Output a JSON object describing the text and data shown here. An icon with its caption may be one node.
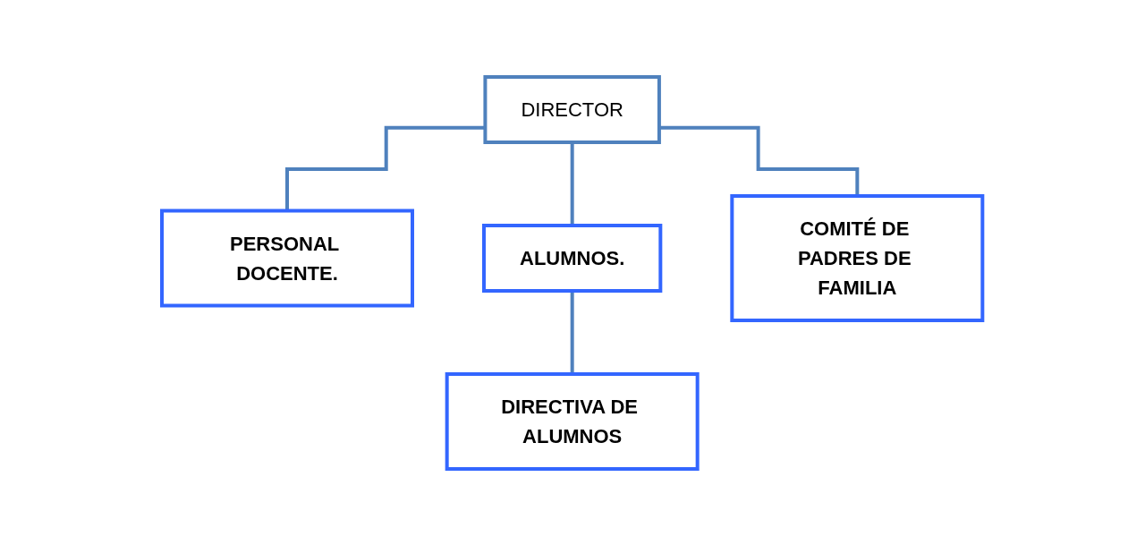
{
  "diagram": {
    "nodes": [
      {
        "text": [
          "DIRECTOR"
        ]
      },
      {
        "text": [
          "PERSONAL DOCENTE."
        ]
      },
      {
        "text": [
          "ALUMNOS."
        ]
      },
      {
        "text": [
          "COMITÉ DE PADRES DE FAMILIA"
        ]
      },
      {
        "text": [
          "DIRECTIVA DE ALUMNOS"
        ]
      }
    ],
    "edges": [
      {
        "from": 0,
        "to": 1,
        "arrow": "none"
      },
      {
        "from": 0,
        "to": 2,
        "arrow": "none"
      },
      {
        "from": 0,
        "to": 3,
        "arrow": "none"
      },
      {
        "from": 2,
        "to": 4,
        "arrow": "none"
      }
    ]
  }
}
